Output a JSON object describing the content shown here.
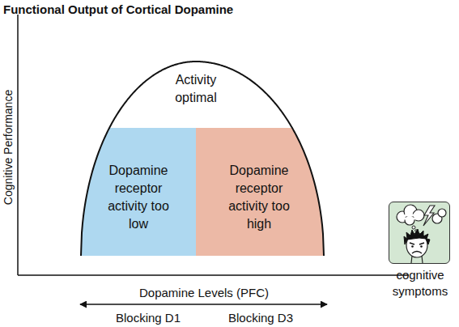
{
  "diagram": {
    "title": "Functional Output of Cortical Dopamine",
    "nodes": [
      {
        "text": [
          "Activity optimal"
        ]
      },
      {
        "text": [
          "Dopamine receptor activity too low"
        ],
        "in": 0
      },
      {
        "text": [
          "Dopamine receptor activity too high"
        ],
        "in": 0
      },
      {
        "text": [
          "cognitive symptoms"
        ]
      }
    ],
    "labels": [
      "Cognitive Performance",
      "Dopamine Levels (PFC)",
      "Blocking D1",
      "Blocking D3"
    ]
  }
}
